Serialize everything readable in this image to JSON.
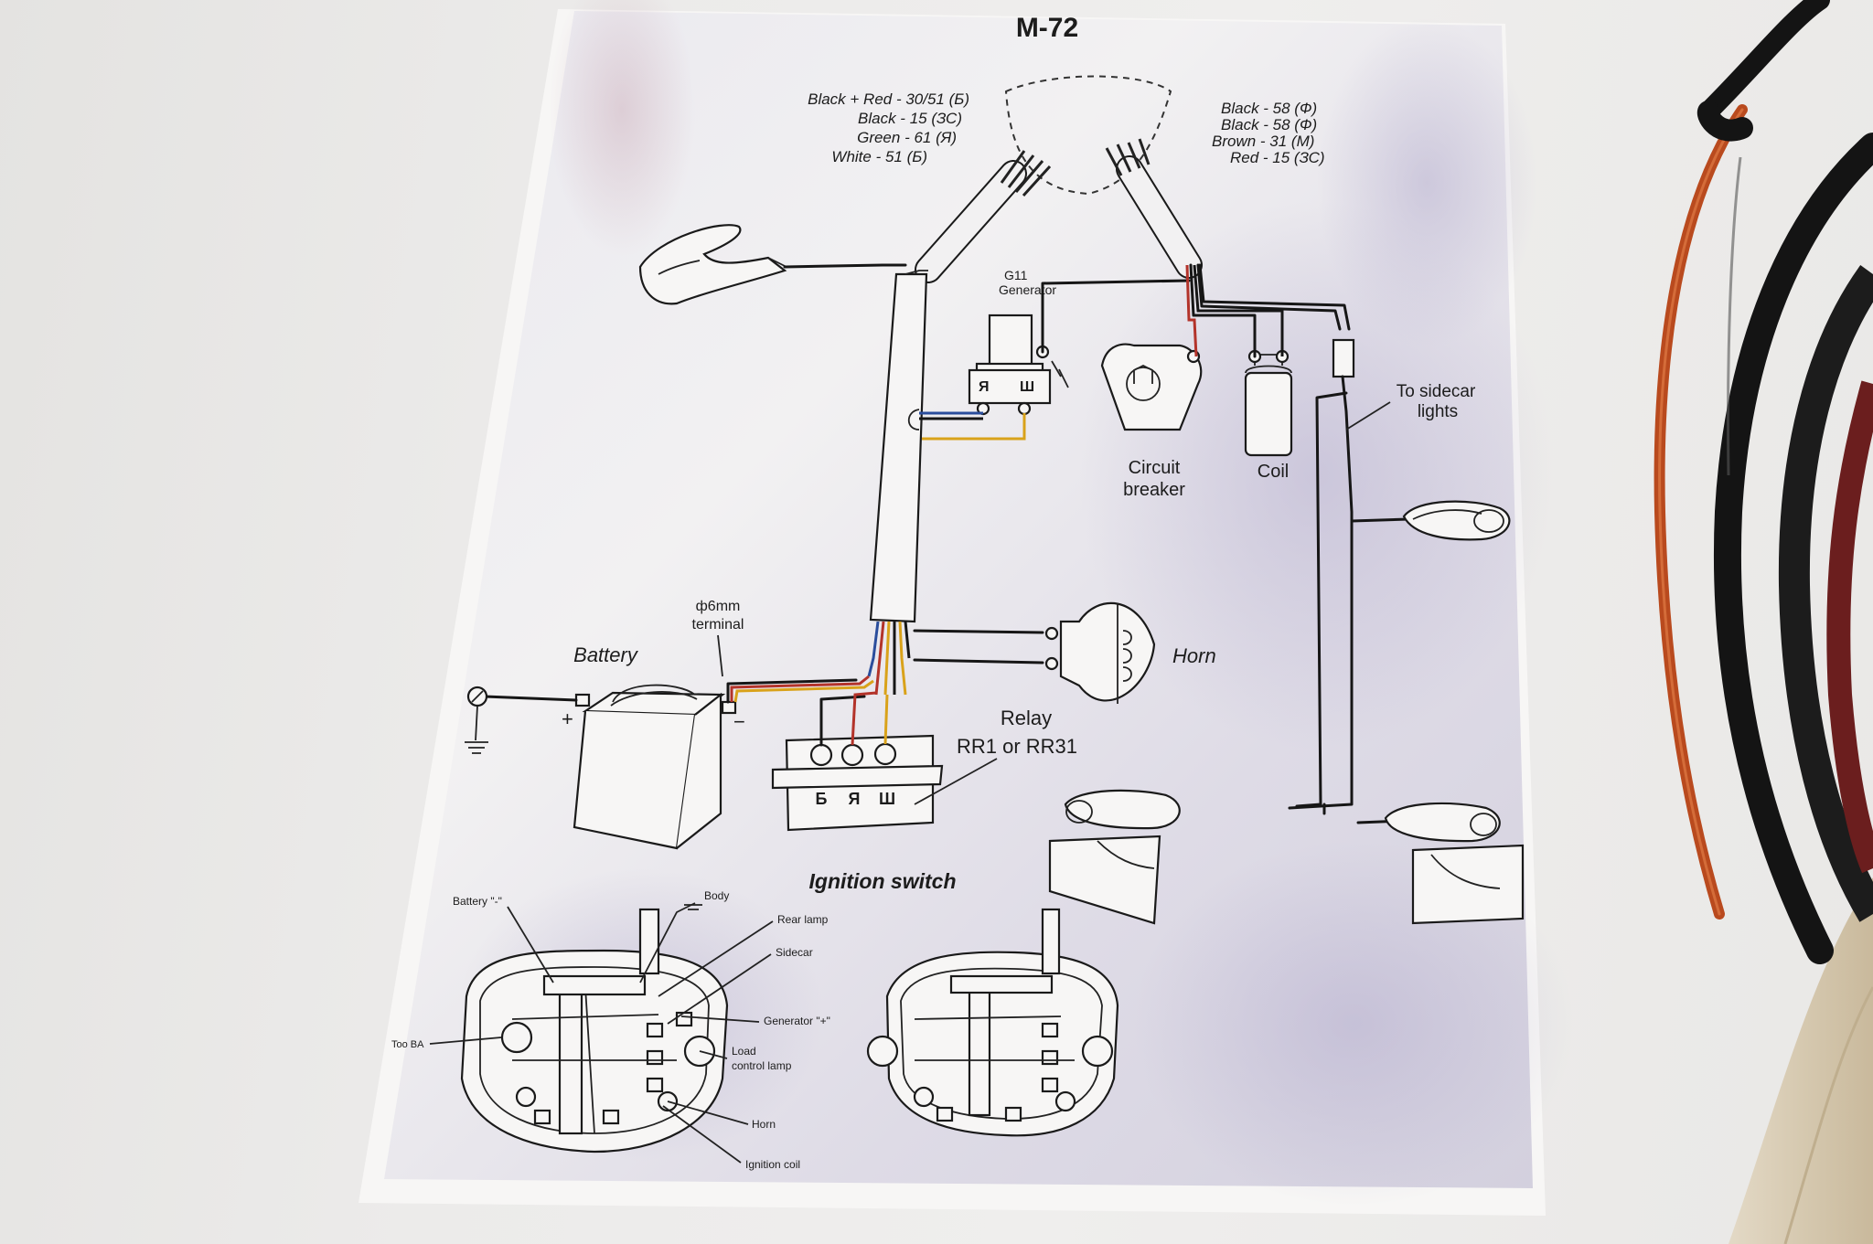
{
  "diagram": {
    "title": "M-72",
    "left_cable_legend": [
      "Black + Red - 30/51 (Б)",
      "Black - 15 (ЗС)",
      "Green - 61 (Я)",
      "White - 51 (Б)"
    ],
    "right_cable_legend": [
      "Black - 58 (Ф)",
      "Black - 58 (Ф)",
      "Brown - 31 (М)",
      "Red - 15 (ЗС)"
    ],
    "generator": {
      "name": "G11",
      "label": "Generator",
      "term_ya": "Я",
      "term_sh": "Ш"
    },
    "circuit_breaker": {
      "line1": "Circuit",
      "line2": "breaker"
    },
    "coil": "Coil",
    "sidecar": {
      "line1": "To sidecar",
      "line2": "lights"
    },
    "terminal": {
      "line1": "ф6mm",
      "line2": "terminal"
    },
    "battery": {
      "label": "Battery",
      "plus": "+",
      "minus": "−"
    },
    "horn": "Horn",
    "relay": {
      "line1": "Relay",
      "line2": "RR1 or RR31",
      "term_b": "Б",
      "term_ya": "Я",
      "term_sh": "Ш"
    },
    "ignition": {
      "title": "Ignition switch",
      "callouts": {
        "battery": "Battery \"-\"",
        "body": "Body",
        "rear_lamp": "Rear lamp",
        "sidecar": "Sidecar",
        "generator": "Generator \"+\"",
        "load_line1": "Load",
        "load_line2": "control lamp",
        "horn": "Horn",
        "ignition_coil": "Ignition coil",
        "left_edge": "Too BA"
      }
    }
  },
  "colors": {
    "paper": "#f3f2f1",
    "line": "#161616",
    "wire_red": "#b3332a",
    "wire_yellow": "#d9a21a",
    "wire_blue": "#2a4d9c",
    "cable_orange": "#b94a1e",
    "cable_black": "#141414",
    "cloth": "#d8cdb8"
  }
}
